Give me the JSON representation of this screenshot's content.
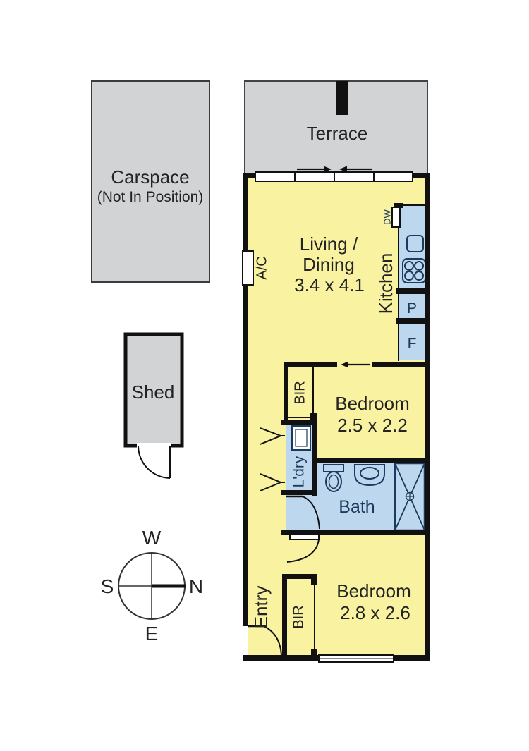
{
  "title": "Apartment floor plan",
  "colors": {
    "unit_fill": "#f8f2a1",
    "wet_area_fill": "#bdd8ee",
    "outdoor_fill": "#d2d3d5",
    "wall": "#111111",
    "fixture_stroke": "#1c3a5e",
    "label_text": "#232323"
  },
  "outdoor": {
    "carspace_label": "Carspace",
    "carspace_note": "(Not In Position)",
    "shed_label": "Shed",
    "terrace_label": "Terrace"
  },
  "rooms": {
    "living": {
      "line1": "Living /",
      "line2": "Dining",
      "dims": "3.4 x 4.1"
    },
    "kitchen": {
      "label": "Kitchen",
      "dishwasher": "DW",
      "pantry": "P",
      "fridge": "F"
    },
    "ac": {
      "label": "A/C"
    },
    "bedroom1": {
      "label": "Bedroom",
      "dims": "2.5 x 2.2",
      "robe": "BIR"
    },
    "laundry": {
      "label": "L'dry"
    },
    "bath": {
      "label": "Bath"
    },
    "bedroom2": {
      "label": "Bedroom",
      "dims": "2.8 x 2.6",
      "robe": "BIR"
    },
    "entry": {
      "label": "Entry"
    }
  },
  "compass": {
    "west": "W",
    "south": "S",
    "north": "N",
    "east": "E"
  }
}
